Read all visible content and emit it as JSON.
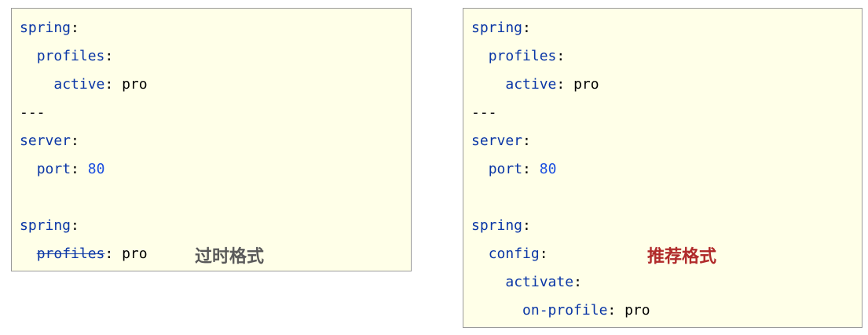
{
  "colors": {
    "key": "#0a36a6",
    "number": "#1c4fe0",
    "background": "#ffffe8",
    "deprecated_label": "#5a5a5a",
    "recommended_label": "#b02a2a"
  },
  "left_panel": {
    "lines": [
      {
        "indent": "",
        "key": "spring",
        "sep": ":",
        "value": ""
      },
      {
        "indent": "  ",
        "key": "profiles",
        "sep": ":",
        "value": ""
      },
      {
        "indent": "    ",
        "key": "active",
        "sep": ":",
        "value": " pro"
      },
      {
        "indent": "",
        "key": "",
        "sep": "---",
        "value": ""
      },
      {
        "indent": "",
        "key": "server",
        "sep": ":",
        "value": ""
      },
      {
        "indent": "  ",
        "key": "port",
        "sep": ":",
        "value": " 80"
      },
      {
        "indent": "",
        "key": "",
        "sep": "",
        "value": ""
      },
      {
        "indent": "",
        "key": "spring",
        "sep": ":",
        "value": ""
      },
      {
        "indent": "  ",
        "key": "profiles",
        "sep": ":",
        "value": " pro"
      }
    ],
    "label": "过时格式"
  },
  "right_panel": {
    "lines": [
      {
        "indent": "",
        "key": "spring",
        "sep": ":",
        "value": ""
      },
      {
        "indent": "  ",
        "key": "profiles",
        "sep": ":",
        "value": ""
      },
      {
        "indent": "    ",
        "key": "active",
        "sep": ":",
        "value": " pro"
      },
      {
        "indent": "",
        "key": "",
        "sep": "---",
        "value": ""
      },
      {
        "indent": "",
        "key": "server",
        "sep": ":",
        "value": ""
      },
      {
        "indent": "  ",
        "key": "port",
        "sep": ":",
        "value": " 80"
      },
      {
        "indent": "",
        "key": "",
        "sep": "",
        "value": ""
      },
      {
        "indent": "",
        "key": "spring",
        "sep": ":",
        "value": ""
      },
      {
        "indent": "  ",
        "key": "config",
        "sep": ":",
        "value": ""
      },
      {
        "indent": "    ",
        "key": "activate",
        "sep": ":",
        "value": ""
      },
      {
        "indent": "      ",
        "key": "on-profile",
        "sep": ":",
        "value": " pro"
      }
    ],
    "label": "推荐格式"
  }
}
